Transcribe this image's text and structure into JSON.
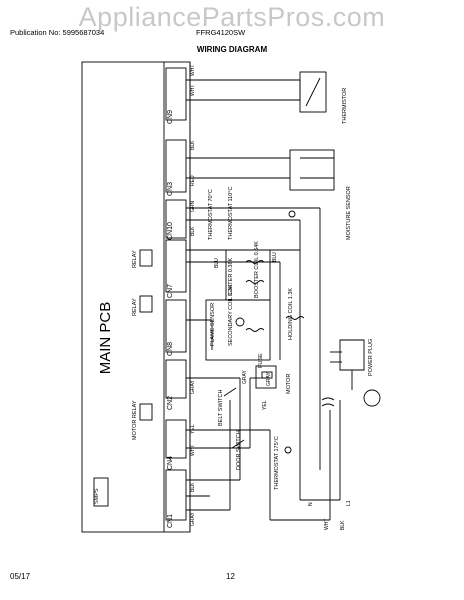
{
  "header": {
    "watermark": "AppliancePartsPros.com",
    "publication_no": "Publication No: 5995687034",
    "model": "FFRG4120SW",
    "title": "WIRING DIAGRAM"
  },
  "footer": {
    "date": "05/17",
    "page": "12"
  },
  "diagram": {
    "board_label": "MAIN PCB",
    "connectors": [
      "CN1",
      "CN4",
      "CN2",
      "CN8",
      "CN7",
      "CN10",
      "CN3",
      "CN9"
    ],
    "components": {
      "smps": "SMPS",
      "motor_relay": "MOTOR RELAY",
      "relay_1": "RELAY",
      "relay_2": "RELAY",
      "belt_switch": "BELT SWITCH",
      "door_switch": "DOOR SWITCH",
      "fuse": "FUSE",
      "flame_sensor": "FLAME SENSOR",
      "secondary_coil": "SECONDARY COIL 1.3K",
      "igniter": "IGNITER 0.38K",
      "booster_coil": "BOOSTER COIL 0.64K",
      "holding_coil": "HOLDING COIL 1.3K",
      "motor": "MOTOR",
      "thermostat_175": "THERMOSTAT 175°C",
      "thermostat_70": "THERMOSTAT 70°C",
      "thermostat_110": "THERMOSTAT 110°C",
      "moisture_sensor": "MOISTURE SENSOR",
      "thermistor": "THERMISTOR",
      "power_plug": "POWER PLUG"
    },
    "wire_labels": {
      "gray": "GRAY",
      "blk": "BLK",
      "wht": "WHT",
      "yel": "YEL",
      "red": "RED",
      "grn": "GRN",
      "blu": "BLU",
      "n": "N",
      "l1": "L1"
    }
  }
}
